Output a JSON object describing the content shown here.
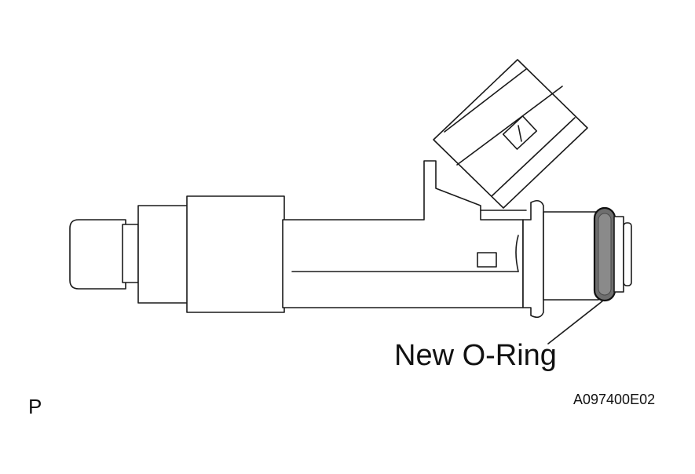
{
  "callout": {
    "label": "New O-Ring"
  },
  "corner": {
    "view_code": "P",
    "figure_id": "A097400E02"
  },
  "colors": {
    "line": "#1a1a1a",
    "o_ring_fill": "#6e6e6e",
    "background": "#ffffff"
  }
}
